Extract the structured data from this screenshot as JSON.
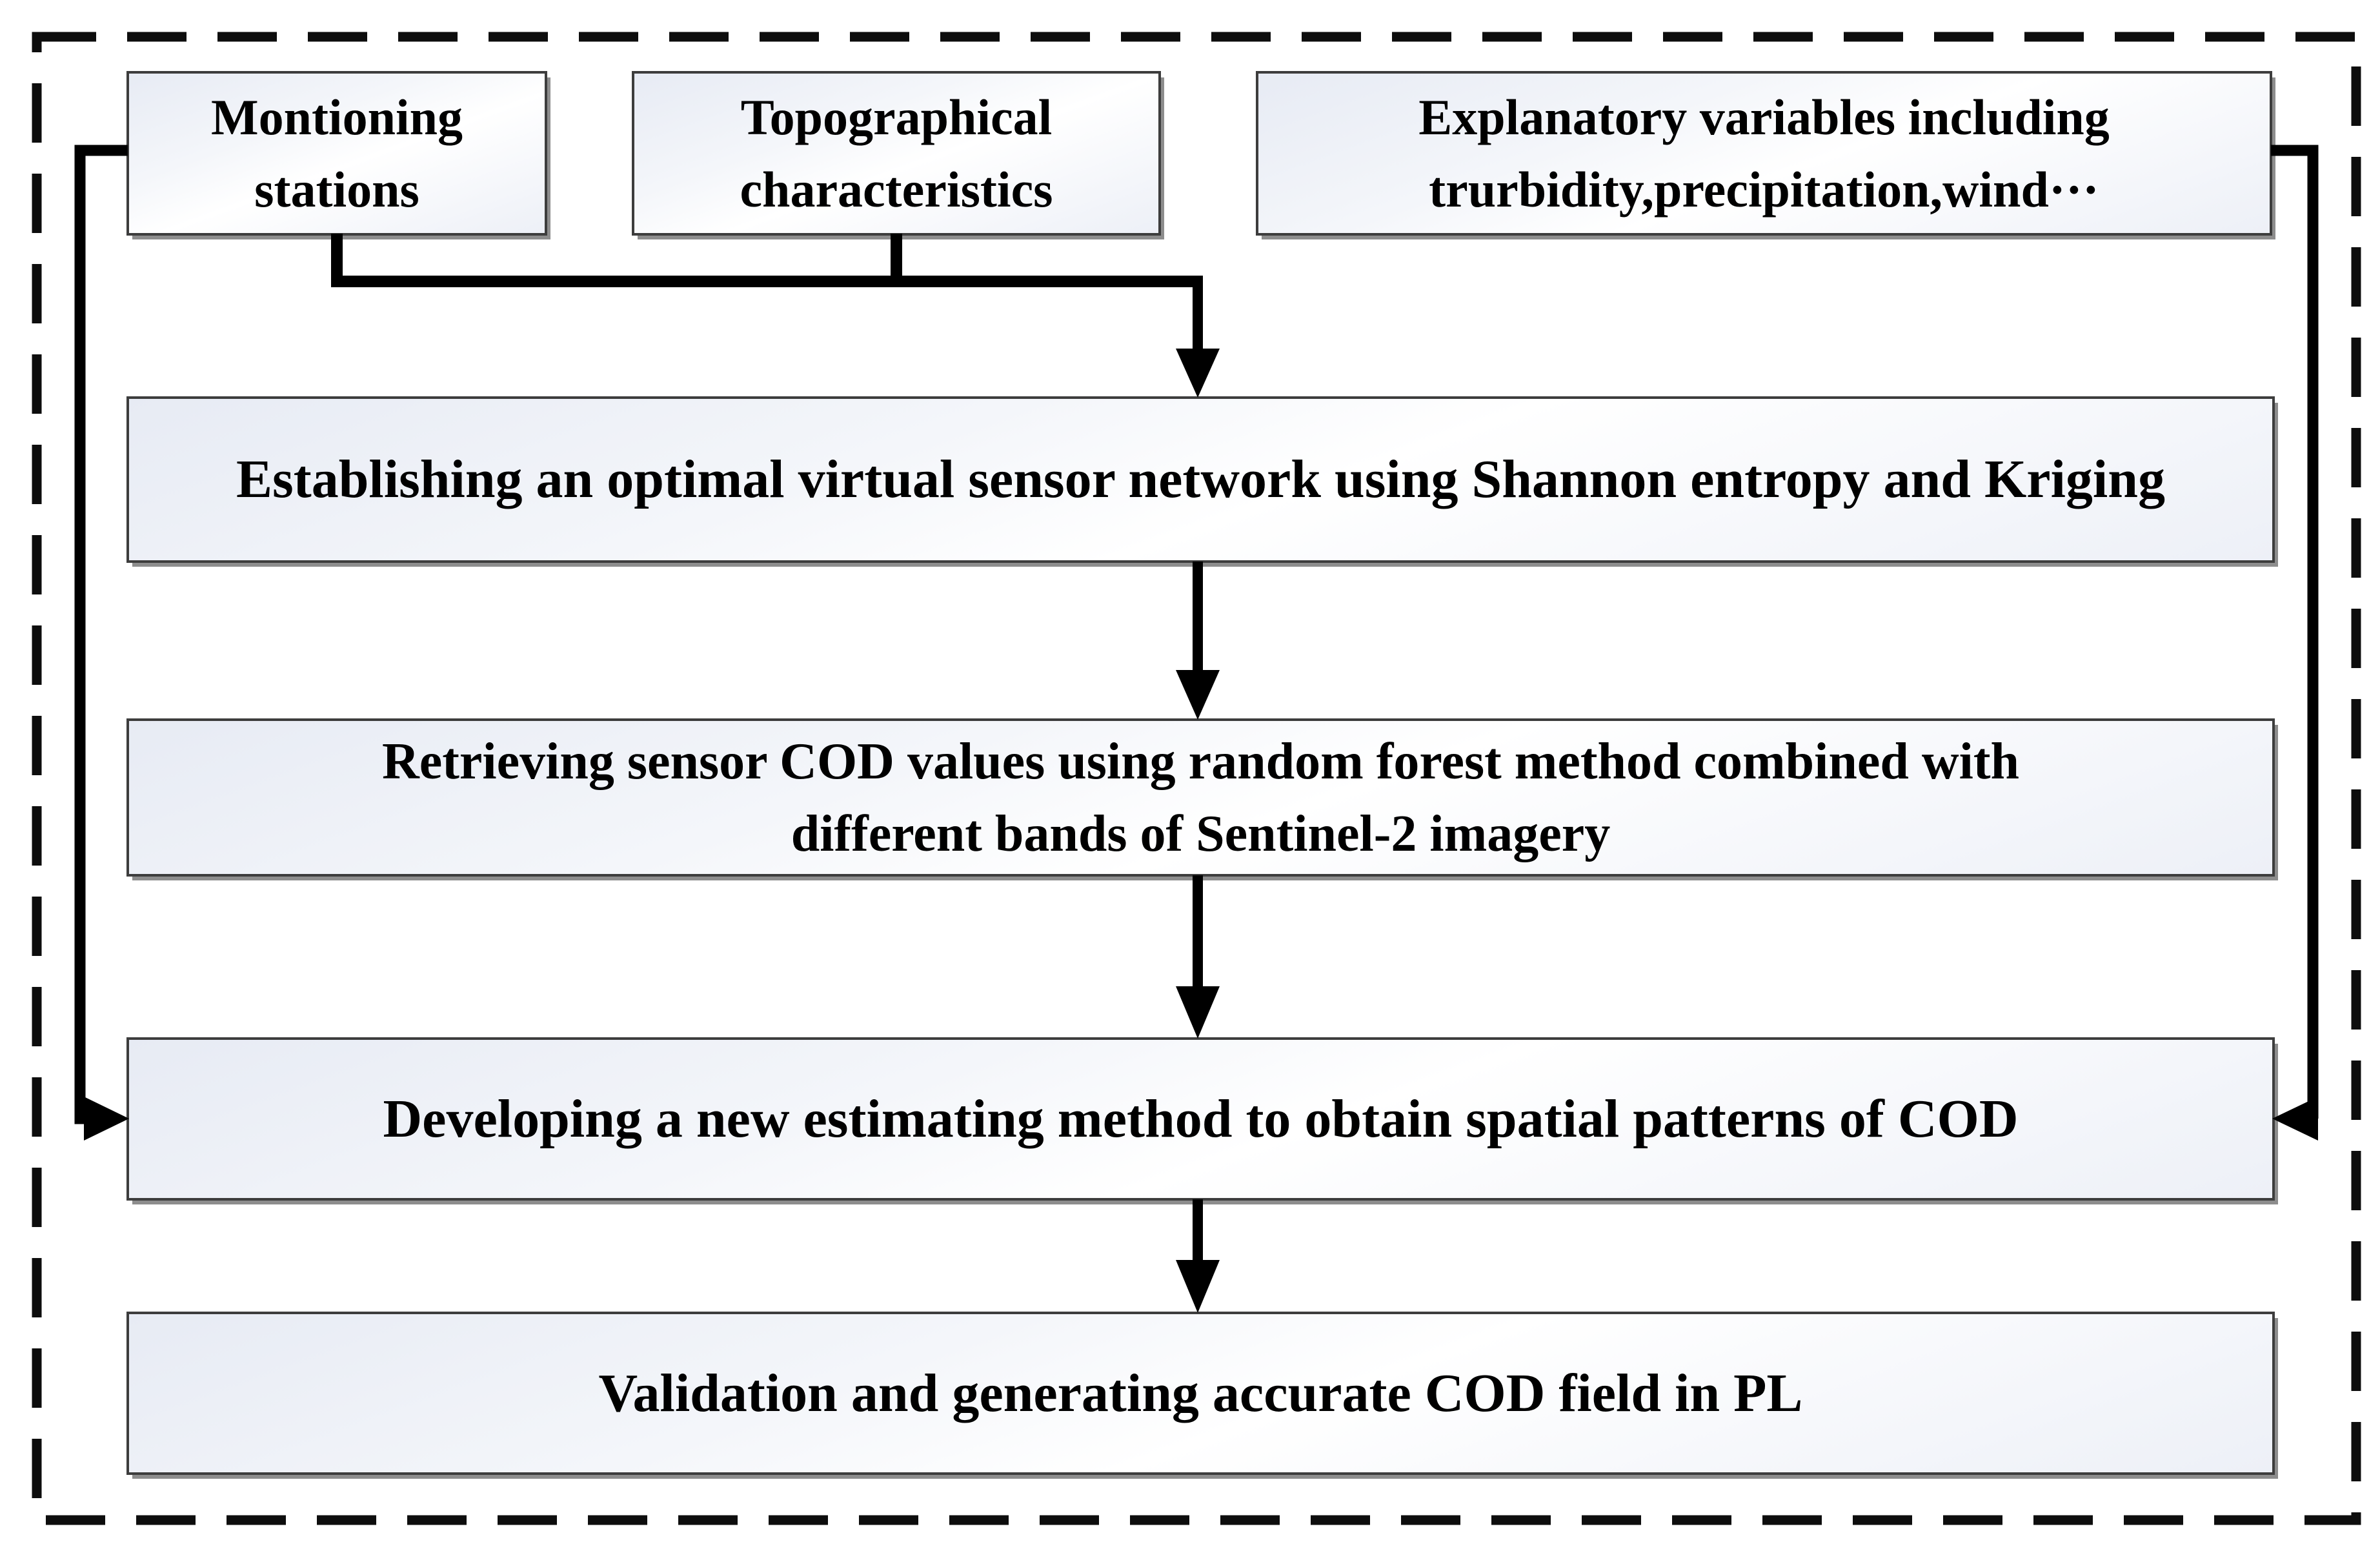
{
  "figure": {
    "type": "flowchart",
    "description": "Methodology flowchart for generating COD field from monitoring stations and Sentinel-2 data"
  },
  "boxes": {
    "monitoring": {
      "line1": "Montioning",
      "line2": "stations"
    },
    "topographical": {
      "line1": "Topographical",
      "line2": "characteristics"
    },
    "explanatory": {
      "line1": "Explanatory variables including",
      "line2": "trurbidity,precipitation,wind···"
    },
    "establish": {
      "line1": "Establishing an optimal virtual sensor network using Shannon entropy and Kriging"
    },
    "retrieve": {
      "line1": "Retrieving sensor COD values using random forest method combined with",
      "line2": "different bands of Sentinel-2 imagery"
    },
    "develop": {
      "line1": "Developing a new estimating method to obtain spatial patterns of COD"
    },
    "validate": {
      "line1": "Validation and generating accurate COD field in PL"
    }
  },
  "colors": {
    "box_fill_light": "#e7ebf4",
    "box_border": "#3d3d3d",
    "box_shadow": "#8d8d8d",
    "connector": "#000000",
    "dashed_frame": "#0d0d0d",
    "text": "#000000",
    "background": "#ffffff"
  }
}
